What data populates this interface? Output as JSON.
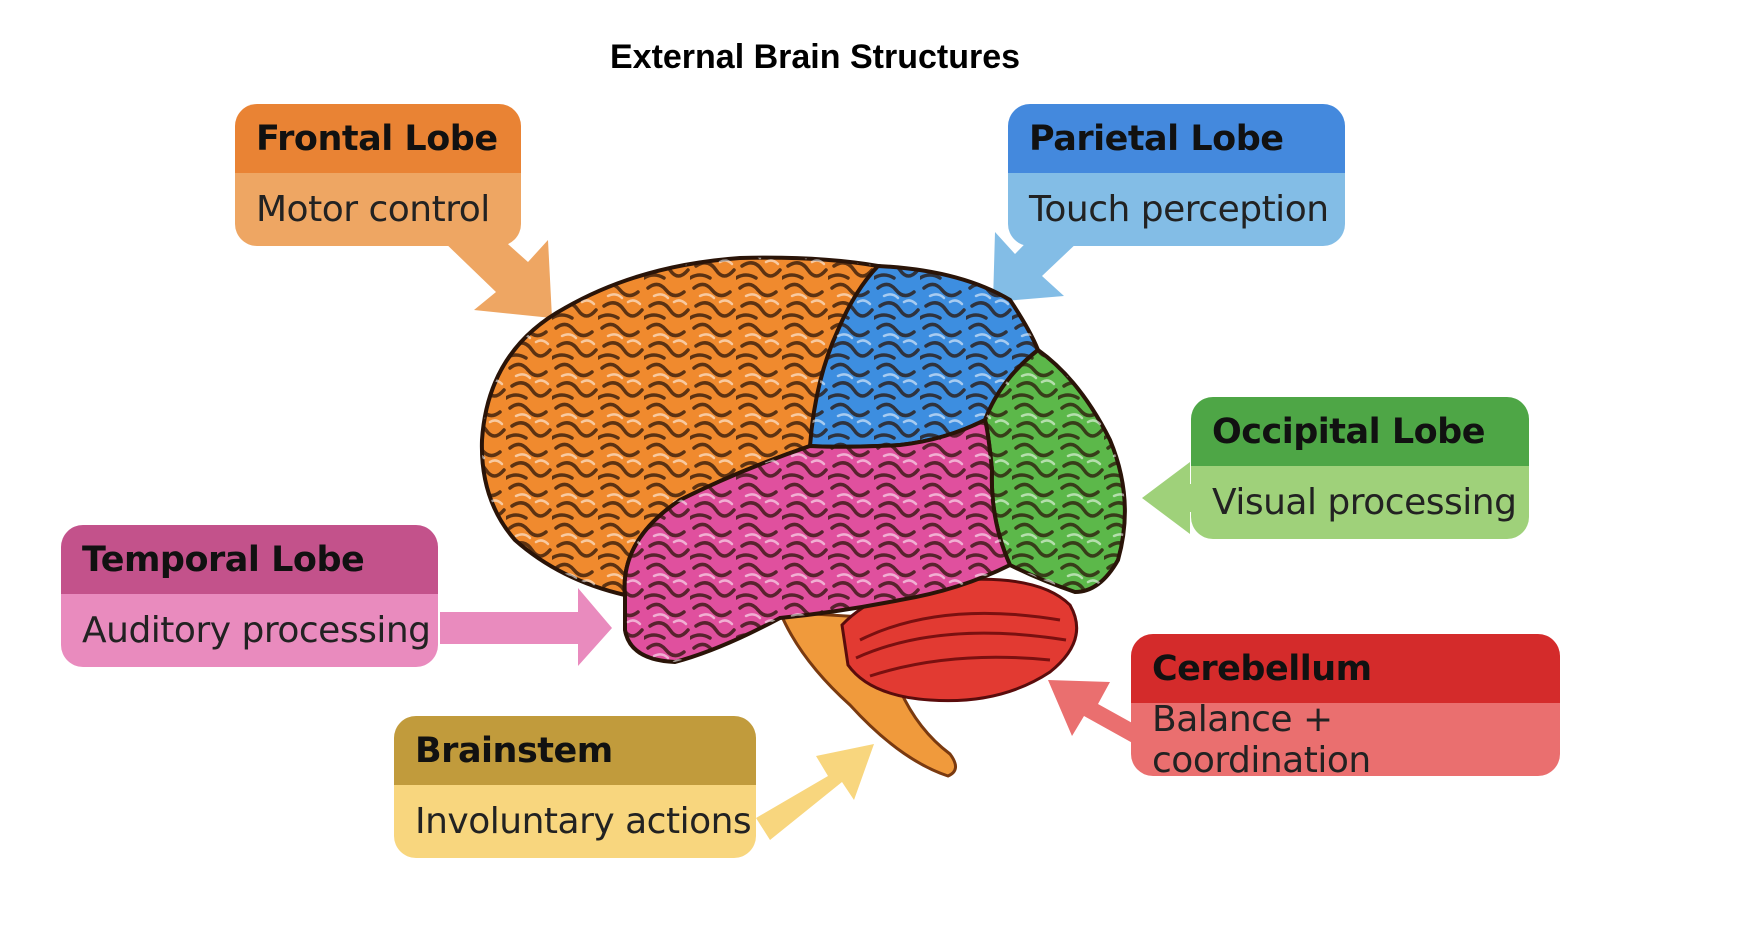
{
  "title": "External Brain Structures",
  "regions": {
    "frontal": {
      "name": "Frontal Lobe",
      "function": "Motor control",
      "head_color": "#e98334",
      "body_color": "#eea663"
    },
    "parietal": {
      "name": "Parietal Lobe",
      "function": "Touch perception",
      "head_color": "#4489dd",
      "body_color": "#83bde6"
    },
    "occipital": {
      "name": "Occipital Lobe",
      "function": "Visual processing",
      "head_color": "#4ea646",
      "body_color": "#9fd17a"
    },
    "temporal": {
      "name": "Temporal Lobe",
      "function": "Auditory processing",
      "head_color": "#c3528b",
      "body_color": "#e98bbe"
    },
    "brainstem": {
      "name": "Brainstem",
      "function": "Involuntary actions",
      "head_color": "#c19b3c",
      "body_color": "#f8d67e"
    },
    "cerebellum": {
      "name": "Cerebellum",
      "function": "Balance + coordination",
      "head_color": "#d42b2b",
      "body_color": "#ea6f6f"
    }
  }
}
